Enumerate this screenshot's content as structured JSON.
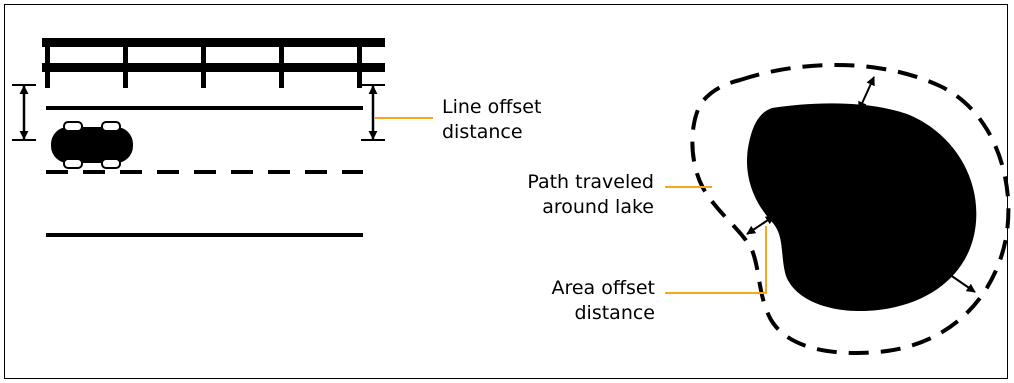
{
  "labels": {
    "line_offset": [
      "Line offset",
      "distance"
    ],
    "path_traveled": [
      "Path traveled",
      "around lake"
    ],
    "area_offset": [
      "Area offset",
      "distance"
    ]
  },
  "colors": {
    "ink": "#000000",
    "leader": "#f5a623",
    "background": "#ffffff"
  },
  "icons": {
    "vehicle": "car-icon",
    "lake": "lake-shape"
  }
}
